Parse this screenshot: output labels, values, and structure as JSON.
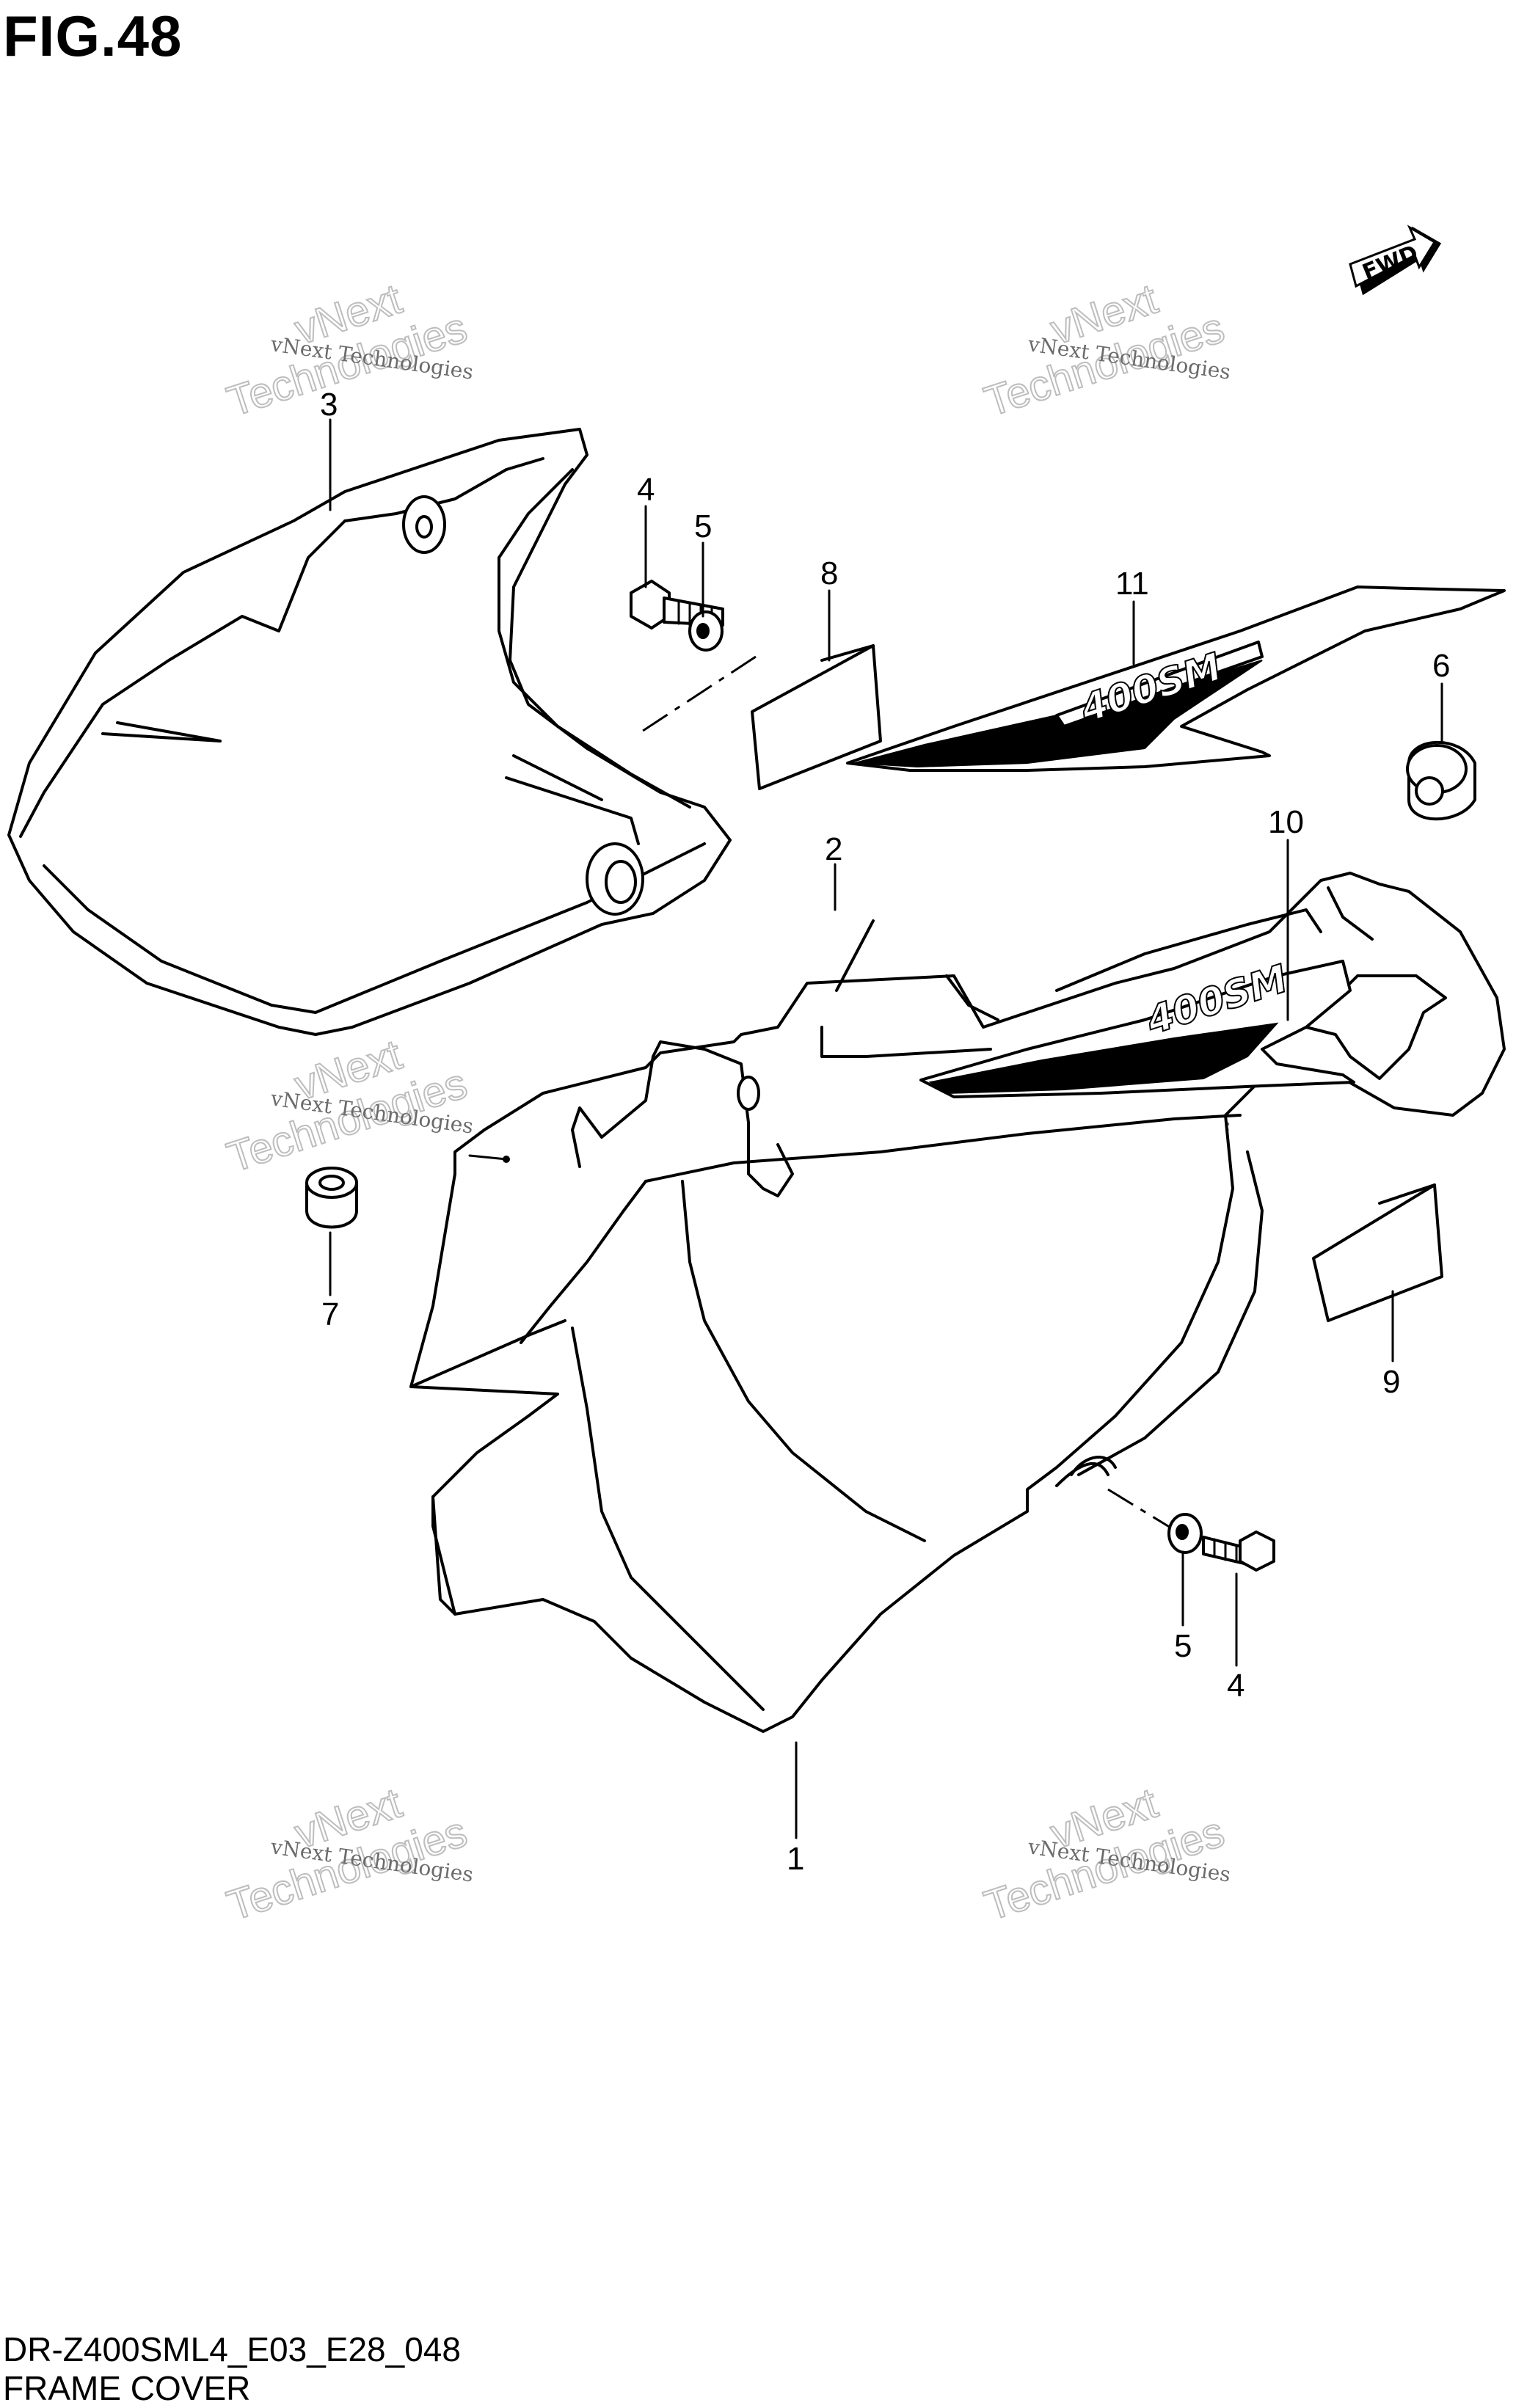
{
  "figure": {
    "title": "FIG.48",
    "model_code": "DR-Z400SML4_E03_E28_048",
    "caption": "FRAME COVER"
  },
  "direction_arrow": {
    "label": "FWD"
  },
  "callouts": [
    "1",
    "2",
    "3",
    "4",
    "5",
    "4",
    "5",
    "6",
    "7",
    "8",
    "9",
    "10",
    "11"
  ],
  "watermark": {
    "line1": "vNext Technologies",
    "line2": "vNext",
    "line3": "Technologies"
  },
  "decal_text": "400SM"
}
